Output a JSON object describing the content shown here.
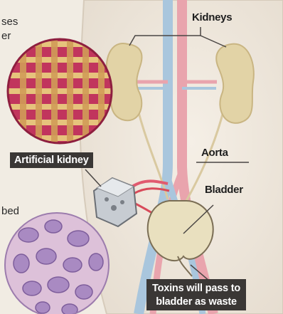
{
  "labels": {
    "kidneys": "Kidneys",
    "aorta": "Aorta",
    "bladder": "Bladder",
    "artificial_kidney": "Artificial kidney",
    "toxins_line1": "Toxins will pass to",
    "toxins_line2": "bladder as waste"
  },
  "cropped_text": {
    "top_left_line1": "ses",
    "top_left_line2": "er",
    "middle_left": "bed"
  },
  "colors": {
    "background": "#f1ece3",
    "kidney": "#e2d3a6",
    "artery": "#e9a4ad",
    "vein": "#a9c6dd",
    "bladder": "#e9e0bf",
    "label_box": "#3a3735",
    "mesh_bg": "#c1355d",
    "mesh_bar": "#e6c37c",
    "cell_bg": "#ddc1d9",
    "cell": "#a98ac2"
  }
}
